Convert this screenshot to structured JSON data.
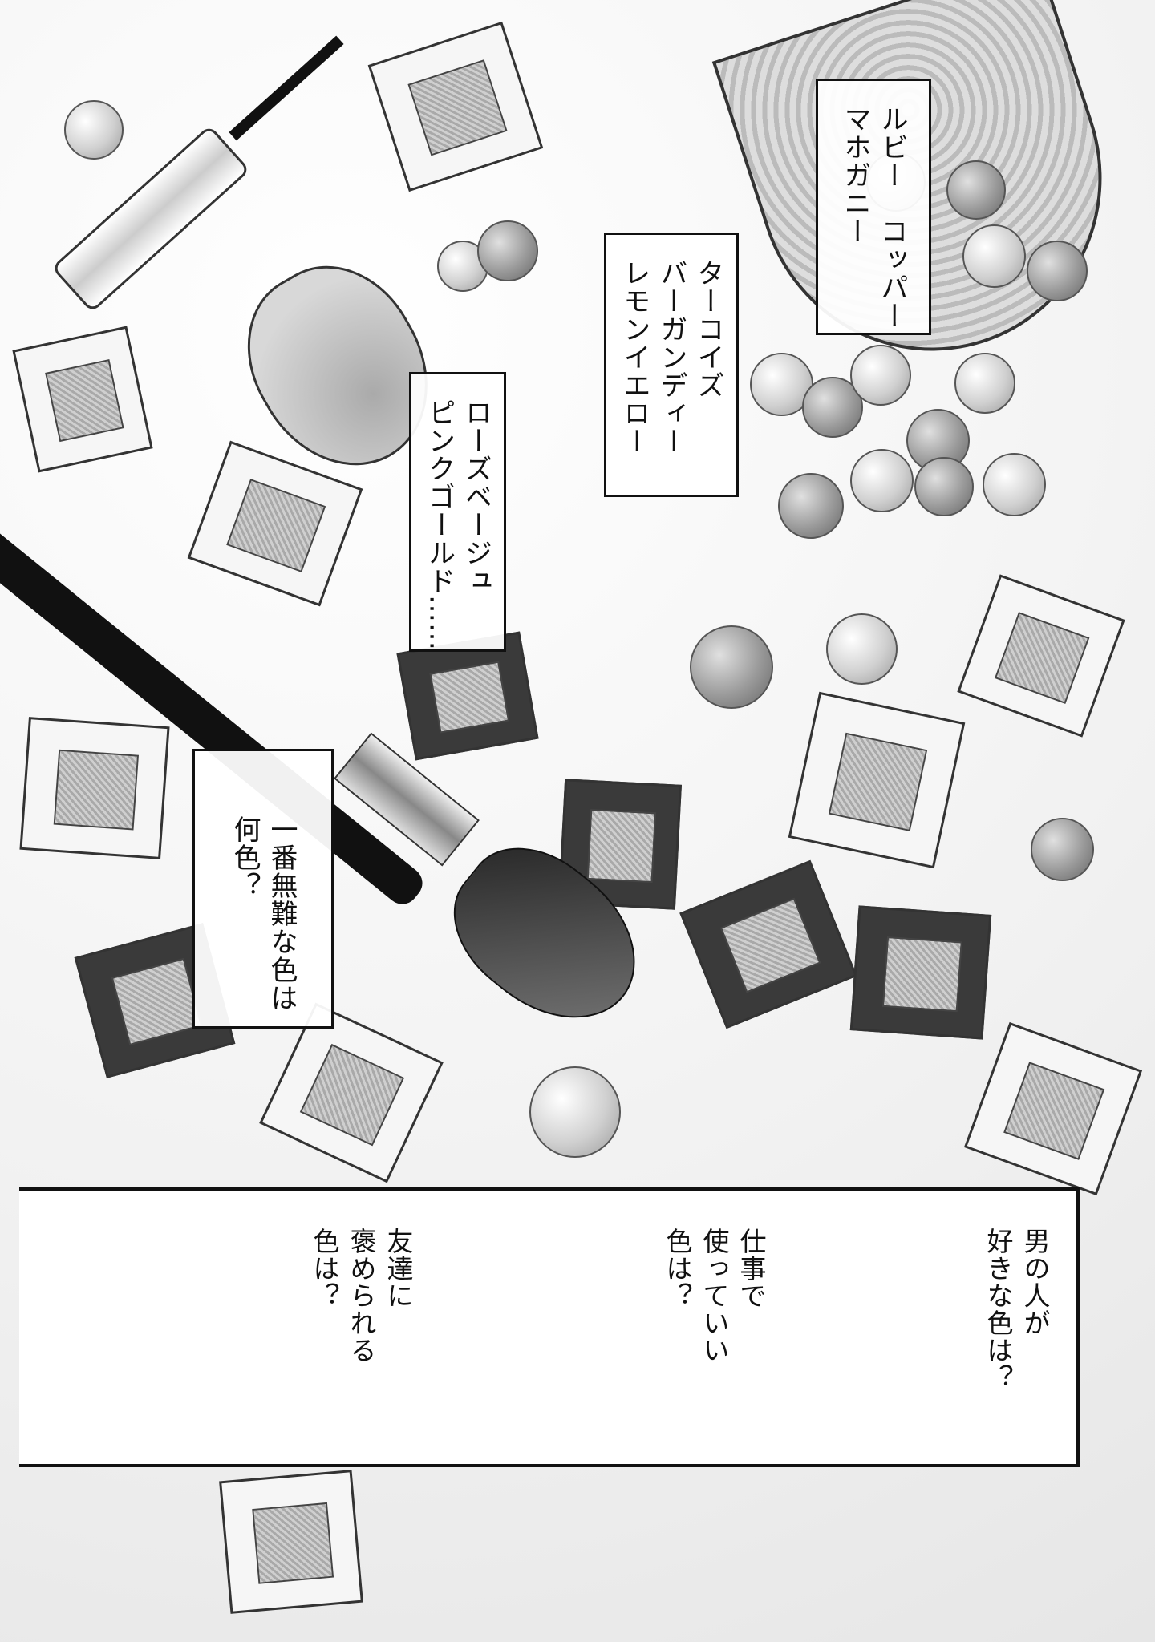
{
  "captions": {
    "box1": [
      "ルビー　コッパー",
      "マホガニー"
    ],
    "box2": [
      "ターコイズ",
      "バーガンディー",
      "レモンイエロー"
    ],
    "box3": [
      "ローズベージュ",
      "ピンクゴールド……"
    ],
    "box4": [
      "一番無難な色は",
      "何色？"
    ]
  },
  "bottom_panel": {
    "q1": [
      "男の人が",
      "好きな色は？"
    ],
    "q2": [
      "仕事で",
      "使っていい",
      "色は？"
    ],
    "q3": [
      "友達に",
      "褒められる",
      "色は？"
    ]
  }
}
